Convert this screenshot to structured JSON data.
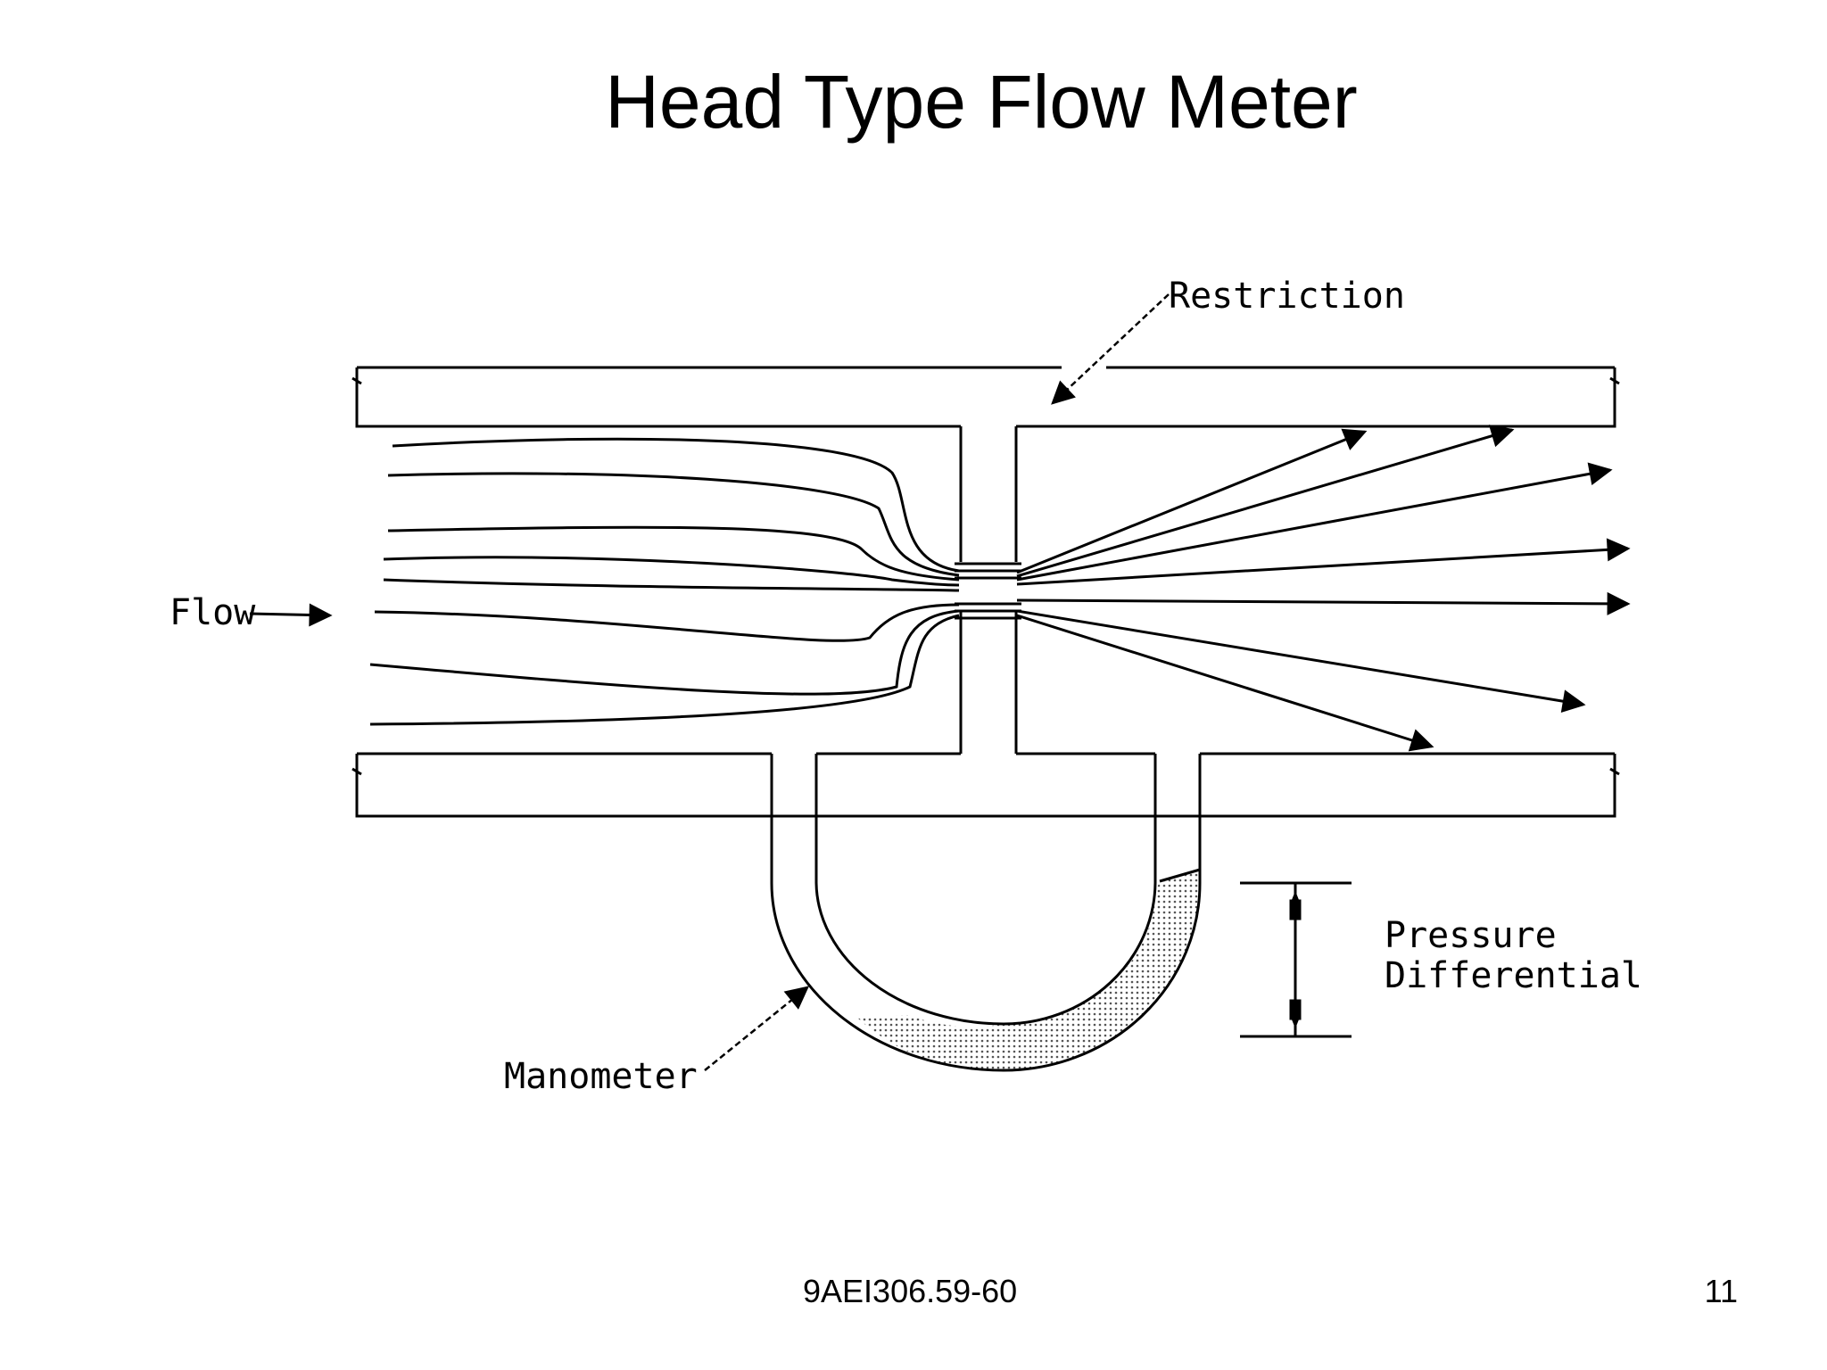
{
  "slide": {
    "title": "Head Type Flow Meter",
    "footer_code": "9AEI306.59-60",
    "page_number": "11"
  },
  "diagram": {
    "labels": {
      "restriction": "Restriction",
      "flow": "Flow",
      "pressure": "Pressure",
      "differential": "Differential",
      "manometer": "Manometer"
    }
  }
}
